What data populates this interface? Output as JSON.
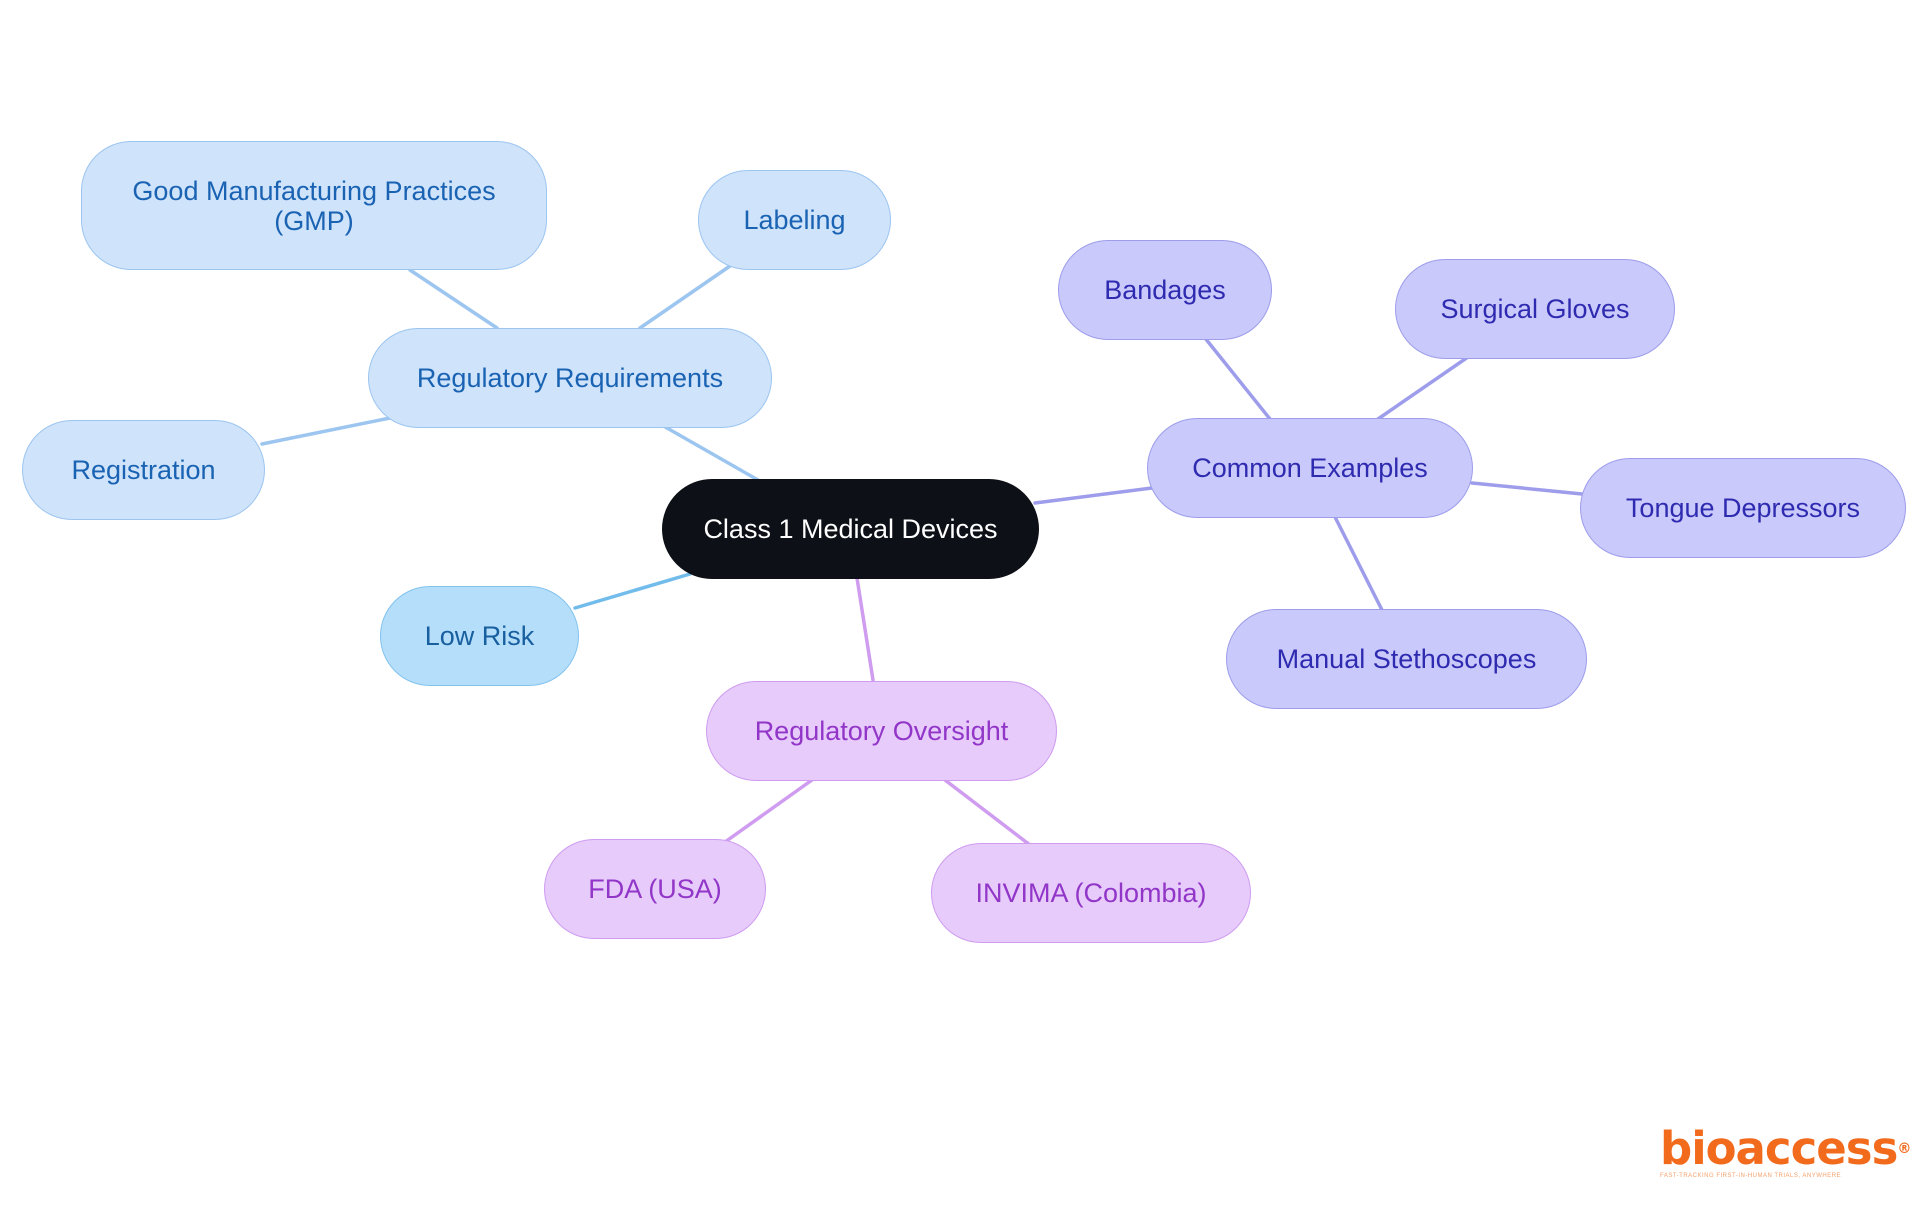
{
  "diagram": {
    "center": "Class 1 Medical Devices",
    "regulatory_requirements": {
      "label": "Regulatory Requirements",
      "children": [
        "Good Manufacturing Practices (GMP)",
        "Labeling",
        "Registration"
      ]
    },
    "low_risk": "Low Risk",
    "regulatory_oversight": {
      "label": "Regulatory Oversight",
      "children": [
        "FDA (USA)",
        "INVIMA (Colombia)"
      ]
    },
    "common_examples": {
      "label": "Common Examples",
      "children": [
        "Bandages",
        "Surgical Gloves",
        "Tongue Depressors",
        "Manual Stethoscopes"
      ]
    }
  },
  "logo": {
    "brand": "bioaccess",
    "registered": "®",
    "tagline": "FAST-TRACKING FIRST-IN-HUMAN TRIALS, ANYWHERE"
  },
  "colors": {
    "center": "#0d1117",
    "requirements_edge": "#9cc5f0",
    "risk_edge": "#72bcec",
    "examples_edge": "#9d9deb",
    "oversight_edge": "#cf9cf0",
    "logo": "#f26b1d"
  }
}
